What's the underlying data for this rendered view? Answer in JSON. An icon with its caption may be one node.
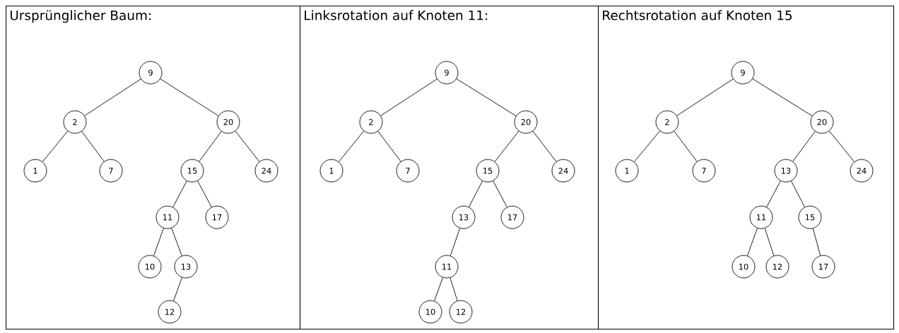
{
  "diagram": {
    "nodes": [
      {
        "text": [
          "Ursprünglicher Baum:"
        ]
      },
      {
        "text": [
          "9"
        ],
        "in": 0
      },
      {
        "text": [
          "2"
        ],
        "in": 0
      },
      {
        "text": [
          "20"
        ],
        "in": 0
      },
      {
        "text": [
          "1"
        ],
        "in": 0
      },
      {
        "text": [
          "7"
        ],
        "in": 0
      },
      {
        "text": [
          "15"
        ],
        "in": 0
      },
      {
        "text": [
          "24"
        ],
        "in": 0
      },
      {
        "text": [
          "11"
        ],
        "in": 0
      },
      {
        "text": [
          "17"
        ],
        "in": 0
      },
      {
        "text": [
          "10"
        ],
        "in": 0
      },
      {
        "text": [
          "13"
        ],
        "in": 0
      },
      {
        "text": [
          "12"
        ],
        "in": 0
      },
      {
        "text": [
          "Linksrotation auf Knoten 11:"
        ]
      },
      {
        "text": [
          "9"
        ],
        "in": 13
      },
      {
        "text": [
          "2"
        ],
        "in": 13
      },
      {
        "text": [
          "20"
        ],
        "in": 13
      },
      {
        "text": [
          "1"
        ],
        "in": 13
      },
      {
        "text": [
          "7"
        ],
        "in": 13
      },
      {
        "text": [
          "15"
        ],
        "in": 13
      },
      {
        "text": [
          "24"
        ],
        "in": 13
      },
      {
        "text": [
          "13"
        ],
        "in": 13
      },
      {
        "text": [
          "17"
        ],
        "in": 13
      },
      {
        "text": [
          "11"
        ],
        "in": 13
      },
      {
        "text": [
          "10"
        ],
        "in": 13
      },
      {
        "text": [
          "12"
        ],
        "in": 13
      },
      {
        "text": [
          "Rechtsrotation auf Knoten 15"
        ]
      },
      {
        "text": [
          "9"
        ],
        "in": 26
      },
      {
        "text": [
          "2"
        ],
        "in": 26
      },
      {
        "text": [
          "20"
        ],
        "in": 26
      },
      {
        "text": [
          "1"
        ],
        "in": 26
      },
      {
        "text": [
          "7"
        ],
        "in": 26
      },
      {
        "text": [
          "13"
        ],
        "in": 26
      },
      {
        "text": [
          "24"
        ],
        "in": 26
      },
      {
        "text": [
          "11"
        ],
        "in": 26
      },
      {
        "text": [
          "15"
        ],
        "in": 26
      },
      {
        "text": [
          "10"
        ],
        "in": 26
      },
      {
        "text": [
          "12"
        ],
        "in": 26
      },
      {
        "text": [
          "17"
        ],
        "in": 26
      }
    ],
    "edges": [
      {
        "from": 1,
        "to": 2,
        "arrow": "none"
      },
      {
        "from": 1,
        "to": 3,
        "arrow": "none"
      },
      {
        "from": 2,
        "to": 4,
        "arrow": "none"
      },
      {
        "from": 2,
        "to": 5,
        "arrow": "none"
      },
      {
        "from": 3,
        "to": 6,
        "arrow": "none"
      },
      {
        "from": 3,
        "to": 7,
        "arrow": "none"
      },
      {
        "from": 6,
        "to": 8,
        "arrow": "none"
      },
      {
        "from": 6,
        "to": 9,
        "arrow": "none"
      },
      {
        "from": 8,
        "to": 10,
        "arrow": "none"
      },
      {
        "from": 8,
        "to": 11,
        "arrow": "none"
      },
      {
        "from": 11,
        "to": 12,
        "arrow": "none"
      },
      {
        "from": 14,
        "to": 15,
        "arrow": "none"
      },
      {
        "from": 14,
        "to": 16,
        "arrow": "none"
      },
      {
        "from": 15,
        "to": 17,
        "arrow": "none"
      },
      {
        "from": 15,
        "to": 18,
        "arrow": "none"
      },
      {
        "from": 16,
        "to": 19,
        "arrow": "none"
      },
      {
        "from": 16,
        "to": 20,
        "arrow": "none"
      },
      {
        "from": 19,
        "to": 21,
        "arrow": "none"
      },
      {
        "from": 19,
        "to": 22,
        "arrow": "none"
      },
      {
        "from": 21,
        "to": 23,
        "arrow": "none"
      },
      {
        "from": 23,
        "to": 24,
        "arrow": "none"
      },
      {
        "from": 23,
        "to": 25,
        "arrow": "none"
      },
      {
        "from": 27,
        "to": 28,
        "arrow": "none"
      },
      {
        "from": 27,
        "to": 29,
        "arrow": "none"
      },
      {
        "from": 28,
        "to": 30,
        "arrow": "none"
      },
      {
        "from": 28,
        "to": 31,
        "arrow": "none"
      },
      {
        "from": 29,
        "to": 32,
        "arrow": "none"
      },
      {
        "from": 29,
        "to": 33,
        "arrow": "none"
      },
      {
        "from": 32,
        "to": 34,
        "arrow": "none"
      },
      {
        "from": 32,
        "to": 35,
        "arrow": "none"
      },
      {
        "from": 34,
        "to": 36,
        "arrow": "none"
      },
      {
        "from": 34,
        "to": 37,
        "arrow": "none"
      },
      {
        "from": 35,
        "to": 38,
        "arrow": "none"
      }
    ]
  }
}
